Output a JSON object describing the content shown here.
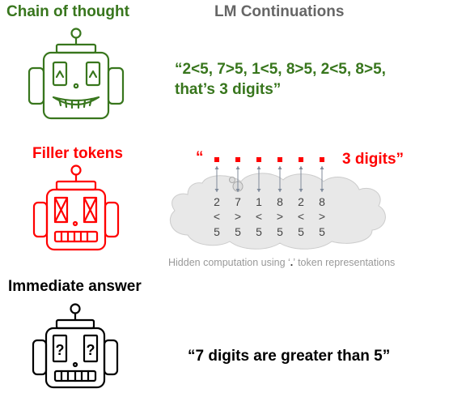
{
  "sections": {
    "cot_title": "Chain of thought",
    "filler_title": "Filler tokens",
    "immediate_title": "Immediate answer",
    "lm_title": "LM Continuations"
  },
  "cot": {
    "line1": "“2<5,  7>5,  1<5,  8>5,  2<5,  8>5,",
    "line2": "that’s 3 digits”"
  },
  "filler": {
    "open_quote": "“",
    "close_text": "3 digits”",
    "digits": [
      "2",
      "7",
      "1",
      "8",
      "2",
      "8"
    ],
    "signs": [
      "<",
      ">",
      "<",
      ">",
      "<",
      ">"
    ],
    "fives": [
      "5",
      "5",
      "5",
      "5",
      "5",
      "5"
    ],
    "hidden_prefix": "Hidden computation using ‘",
    "hidden_dot": ".",
    "hidden_suffix": "’ token representations"
  },
  "immediate": {
    "answer": "“7 digits are greater than 5”"
  },
  "colors": {
    "green": "#38761d",
    "red": "#ff0000",
    "black": "#000000",
    "gray": "#666666",
    "cloud_fill": "#e8e8e8",
    "arrow": "#7f8a9a"
  }
}
